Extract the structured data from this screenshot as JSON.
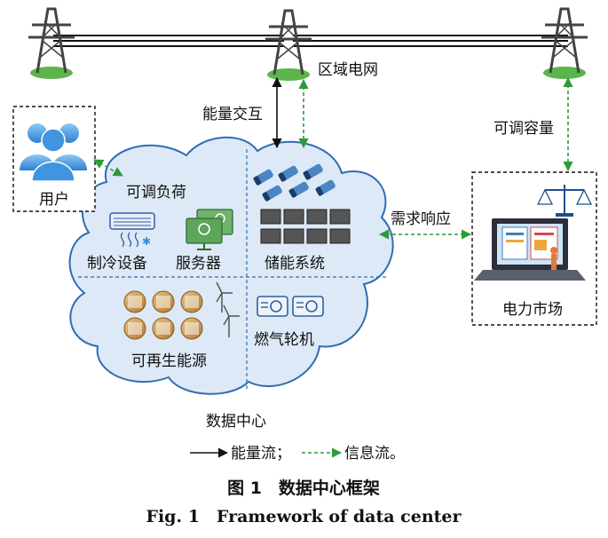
{
  "labels": {
    "grid": "区域电网",
    "energy_exchange": "能量交互",
    "adjustable_capacity": "可调容量",
    "user": "用户",
    "adjustable_load": "可调负荷",
    "demand_response": "需求响应",
    "cooling_equipment": "制冷设备",
    "servers": "服务器",
    "storage_system": "储能系统",
    "power_market": "电力市场",
    "renewable_energy": "可再生能源",
    "gas_turbine": "燃气轮机",
    "data_center": "数据中心"
  },
  "legend": {
    "energy_flow": "能量流；",
    "info_flow": "信息流。"
  },
  "caption": {
    "zh": "图 1　数据中心框架",
    "en": "Fig. 1　Framework of data center"
  },
  "colors": {
    "cloud_fill": "#dde9f6",
    "cloud_stroke": "#2f6db3",
    "info_arrow": "#2e9a3a",
    "energy_arrow": "#111111",
    "panel_gold": "#c7954a",
    "device_blue": "#4a86c5",
    "server_green": "#4f9a50"
  }
}
